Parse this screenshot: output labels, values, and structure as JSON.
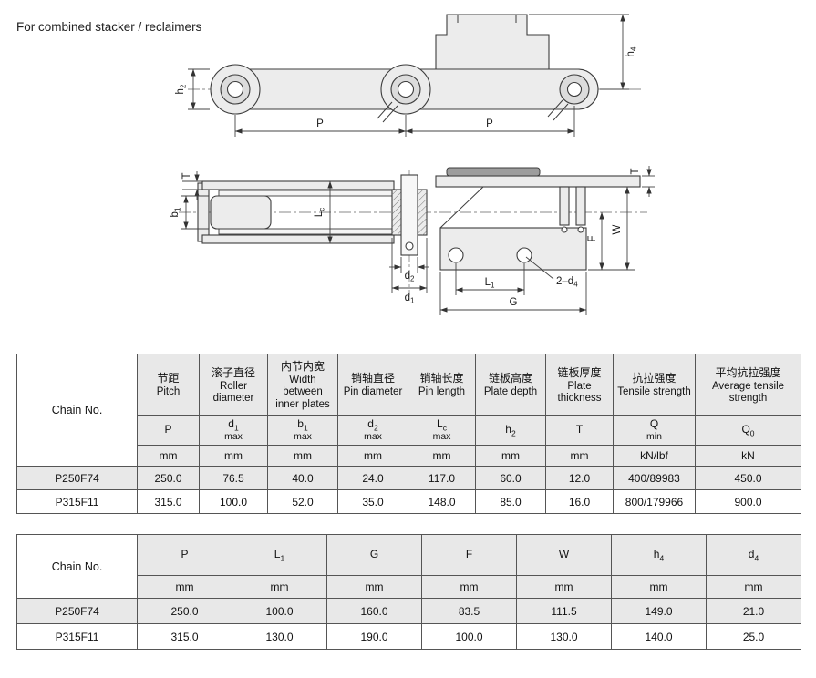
{
  "page": {
    "heading": "For combined stacker / reclaimers"
  },
  "diagram": {
    "labels": {
      "h2": {
        "base": "h",
        "sub": "2"
      },
      "h4": {
        "base": "h",
        "sub": "4"
      },
      "p1": {
        "base": "P",
        "sub": ""
      },
      "p2": {
        "base": "P",
        "sub": ""
      },
      "t_left": {
        "base": "T",
        "sub": ""
      },
      "b1": {
        "base": "b",
        "sub": "1"
      },
      "lc": {
        "base": "L",
        "sub": "c"
      },
      "d2": {
        "base": "d",
        "sub": "2"
      },
      "d1": {
        "base": "d",
        "sub": "1"
      },
      "l1": {
        "base": "L",
        "sub": "1"
      },
      "g": {
        "base": "G",
        "sub": ""
      },
      "two_d4": {
        "base": "2–d",
        "sub": "4"
      },
      "f": {
        "base": "F",
        "sub": ""
      },
      "w": {
        "base": "W",
        "sub": ""
      },
      "t_right": {
        "base": "T",
        "sub": ""
      }
    }
  },
  "table1": {
    "corner_label": "Chain No.",
    "columns": [
      {
        "cn": "节距",
        "en": "Pitch",
        "sym": "P",
        "sub": "",
        "sym2": "",
        "unit": "mm"
      },
      {
        "cn": "滚子直径",
        "en": "Roller diameter",
        "sym": "d",
        "sub": "1",
        "sym2": "max",
        "unit": "mm"
      },
      {
        "cn": "内节内宽",
        "en": "Width between inner plates",
        "sym": "b",
        "sub": "1",
        "sym2": "max",
        "unit": "mm"
      },
      {
        "cn": "销轴直径",
        "en": "Pin diameter",
        "sym": "d",
        "sub": "2",
        "sym2": "max",
        "unit": "mm"
      },
      {
        "cn": "销轴长度",
        "en": "Pin length",
        "sym": "L",
        "sub": "c",
        "sym2": "max",
        "unit": "mm"
      },
      {
        "cn": "链板高度",
        "en": "Plate depth",
        "sym": "h",
        "sub": "2",
        "sym2": "",
        "unit": "mm"
      },
      {
        "cn": "链板厚度",
        "en": "Plate thickness",
        "sym": "T",
        "sub": "",
        "sym2": "",
        "unit": "mm"
      },
      {
        "cn": "抗拉强度",
        "en": "Tensile strength",
        "sym": "Q",
        "sub": "",
        "sym2": "min",
        "unit": "kN/lbf"
      },
      {
        "cn": "平均抗拉强度",
        "en": "Average tensile strength",
        "sym": "Q",
        "sub": "0",
        "sym2": "",
        "unit": "kN"
      }
    ],
    "rows": [
      {
        "chain": "P250F74",
        "values": [
          "250.0",
          "76.5",
          "40.0",
          "24.0",
          "117.0",
          "60.0",
          "12.0",
          "400/89983",
          "450.0"
        ]
      },
      {
        "chain": "P315F11",
        "values": [
          "315.0",
          "100.0",
          "52.0",
          "35.0",
          "148.0",
          "85.0",
          "16.0",
          "800/179966",
          "900.0"
        ]
      }
    ]
  },
  "table2": {
    "corner_label": "Chain No.",
    "columns": [
      {
        "sym": "P",
        "sub": ""
      },
      {
        "sym": "L",
        "sub": "1"
      },
      {
        "sym": "G",
        "sub": ""
      },
      {
        "sym": "F",
        "sub": ""
      },
      {
        "sym": "W",
        "sub": ""
      },
      {
        "sym": "h",
        "sub": "4"
      },
      {
        "sym": "d",
        "sub": "4"
      }
    ],
    "units": [
      "mm",
      "mm",
      "mm",
      "mm",
      "mm",
      "mm",
      "mm"
    ],
    "rows": [
      {
        "chain": "P250F74",
        "values": [
          "250.0",
          "100.0",
          "160.0",
          "83.5",
          "111.5",
          "149.0",
          "21.0"
        ]
      },
      {
        "chain": "P315F11",
        "values": [
          "315.0",
          "130.0",
          "190.0",
          "100.0",
          "130.0",
          "140.0",
          "25.0"
        ]
      }
    ]
  }
}
